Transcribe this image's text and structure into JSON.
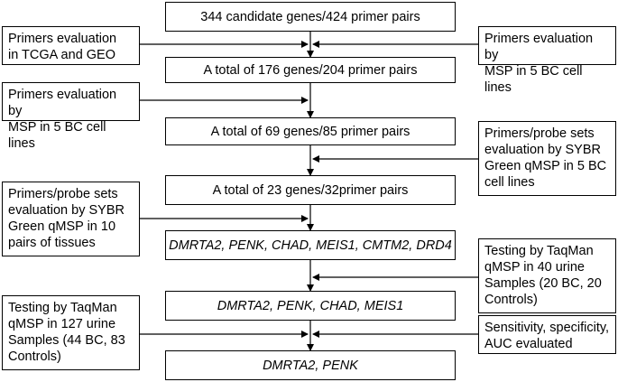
{
  "main_steps": [
    {
      "text": "344 candidate genes/424 primer pairs"
    },
    {
      "text": "A total of 176 genes/204 primer pairs"
    },
    {
      "text": "A total of 69 genes/85 primer pairs"
    },
    {
      "text": "A total of 23 genes/32primer pairs"
    },
    {
      "text": "DMRTA2, PENK, CHAD, MEIS1, CMTM2, DRD4"
    },
    {
      "text": "DMRTA2, PENK, CHAD, MEIS1"
    },
    {
      "text": "DMRTA2,   PENK"
    }
  ],
  "evaluations": [
    {
      "lines": [
        "Primers evaluation",
        "in TCGA and GEO"
      ]
    },
    {
      "lines": [
        "Primers evaluation by",
        "MSP in 5 BC cell lines"
      ]
    },
    {
      "lines": [
        "Primers evaluation by",
        "MSP in 5 BC cell lines"
      ]
    },
    {
      "lines": [
        "Primers/probe sets",
        "evaluation by SYBR",
        "Green qMSP in 5 BC",
        "cell lines"
      ]
    },
    {
      "lines": [
        "Primers/probe sets",
        "evaluation by SYBR",
        "Green qMSP in 10",
        "pairs of tissues"
      ]
    },
    {
      "lines": [
        "Testing by TaqMan",
        "qMSP in 40 urine",
        "Samples (20 BC, 20",
        "Controls)"
      ]
    },
    {
      "lines": [
        "Testing by TaqMan",
        "qMSP in 127 urine",
        "Samples (44 BC, 83",
        "Controls)"
      ]
    },
    {
      "lines": [
        "Sensitivity, specificity,",
        "AUC evaluated"
      ]
    }
  ]
}
